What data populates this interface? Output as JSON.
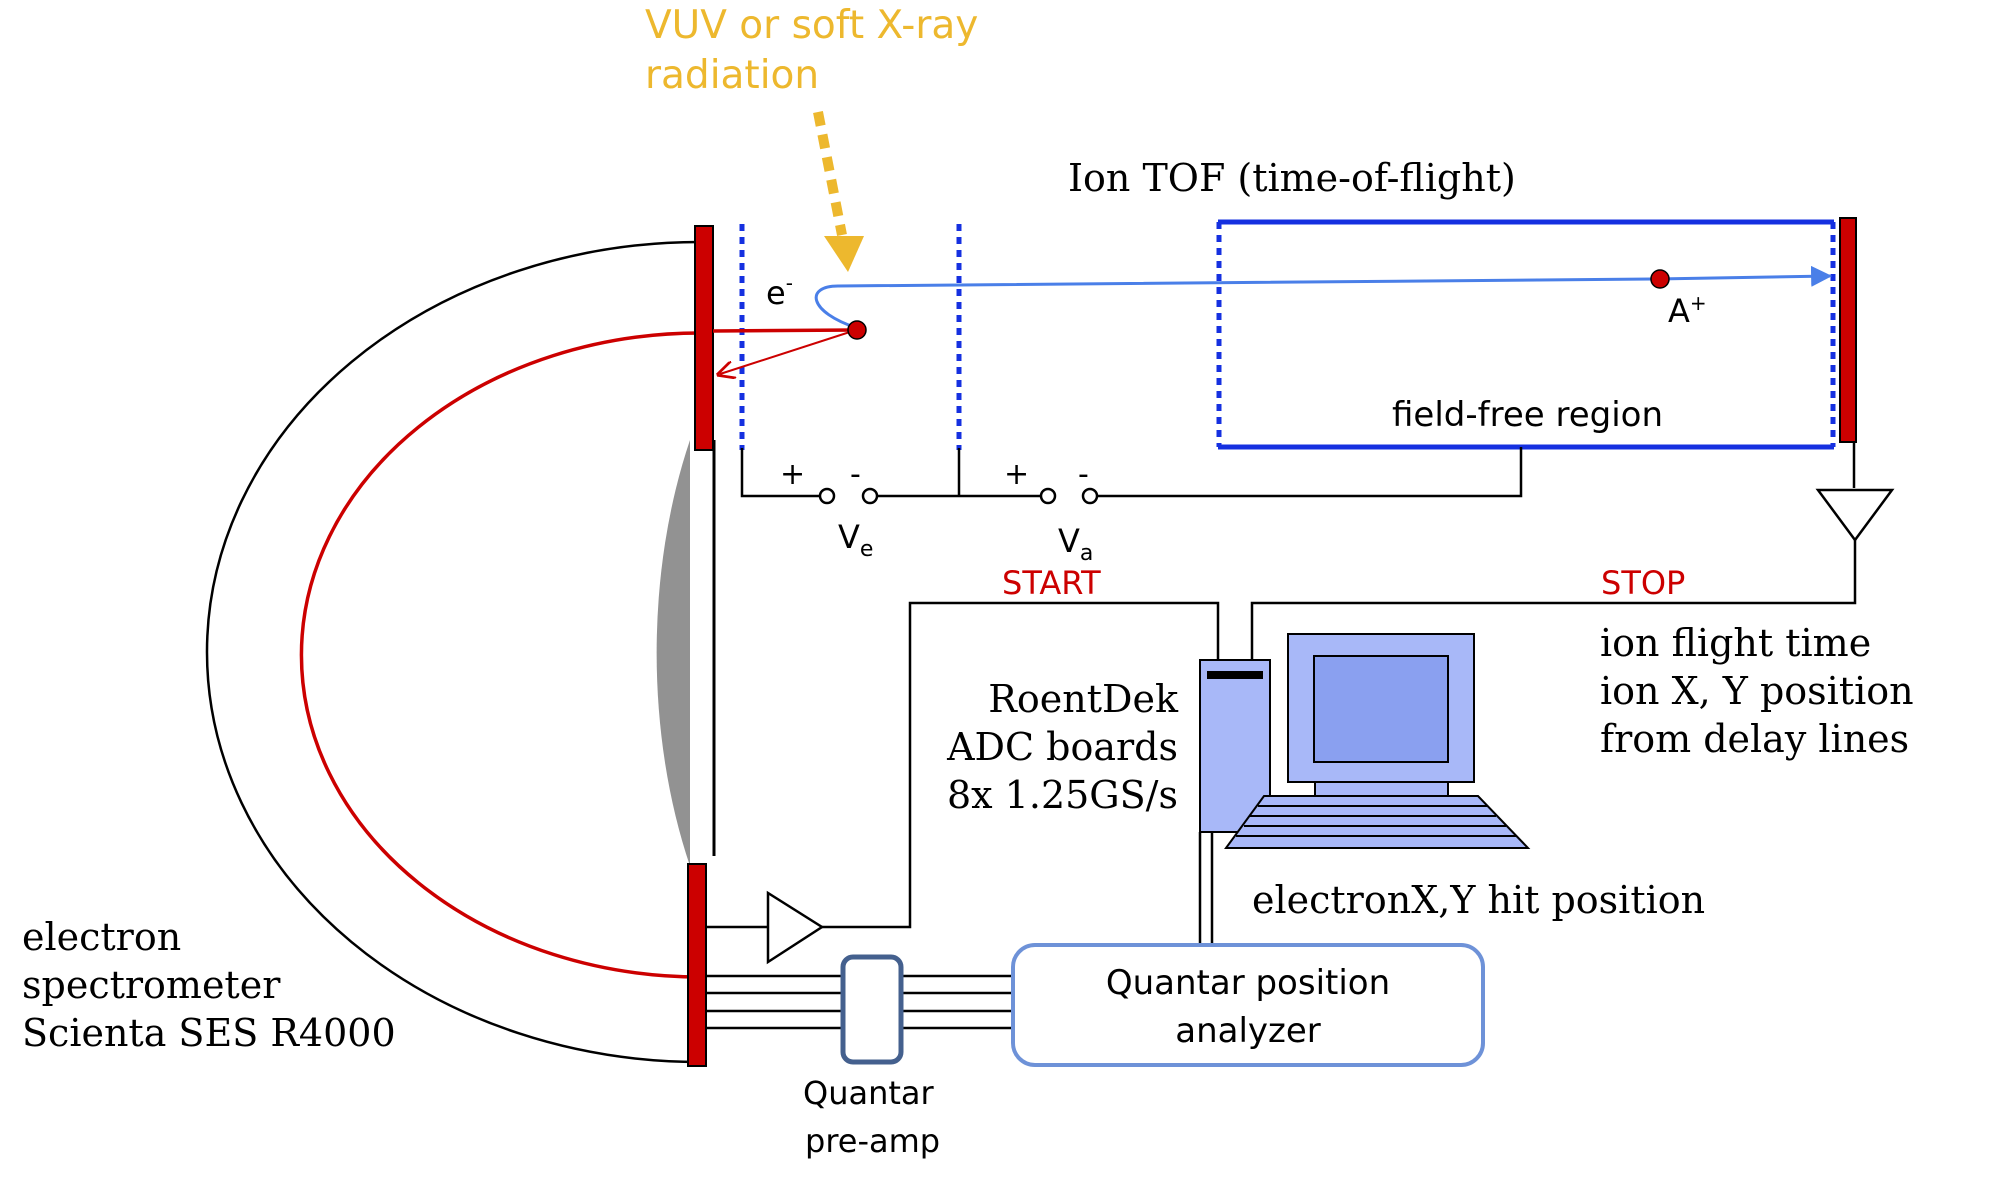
{
  "radiation": {
    "line1": "VUV or soft X-ray",
    "line2": "radiation"
  },
  "tof": {
    "title": "Ion TOF (time-of-flight)",
    "field_free": "field-free region"
  },
  "particles": {
    "electron": "e",
    "electron_sup": "-",
    "ion": "A",
    "ion_sup": "+"
  },
  "voltages": {
    "ve_plus": "+",
    "ve_minus": "-",
    "ve_label": "V",
    "ve_sub": "e",
    "va_plus": "+",
    "va_minus": "-",
    "va_label": "V",
    "va_sub": "a"
  },
  "signals": {
    "start": "START",
    "stop": "STOP"
  },
  "ion_output": {
    "line1": "ion flight time",
    "line2": "ion X, Y position",
    "line3": "from delay lines"
  },
  "adc": {
    "line1": "RoentDek",
    "line2": "ADC boards",
    "line3": "8x 1.25GS/s"
  },
  "electron_hit": "electronX,Y hit position",
  "analyzer": {
    "line1": "Quantar position",
    "line2": "analyzer"
  },
  "preamp": {
    "line1": "Quantar",
    "line2": "pre-amp"
  },
  "spectrometer": {
    "line1": "electron",
    "line2": "spectrometer",
    "line3": "Scienta SES R4000"
  },
  "colors": {
    "radiation": "#EDB82E",
    "detector": "#CC0000",
    "grid": "#1530E0",
    "ion_path": "#4A7FE8",
    "electron_path": "#CC0000",
    "hemisphere": "#929292",
    "signal_text": "#CC0000",
    "analyzer_box": "#6E92D8",
    "computer": "#A8B8F8"
  }
}
